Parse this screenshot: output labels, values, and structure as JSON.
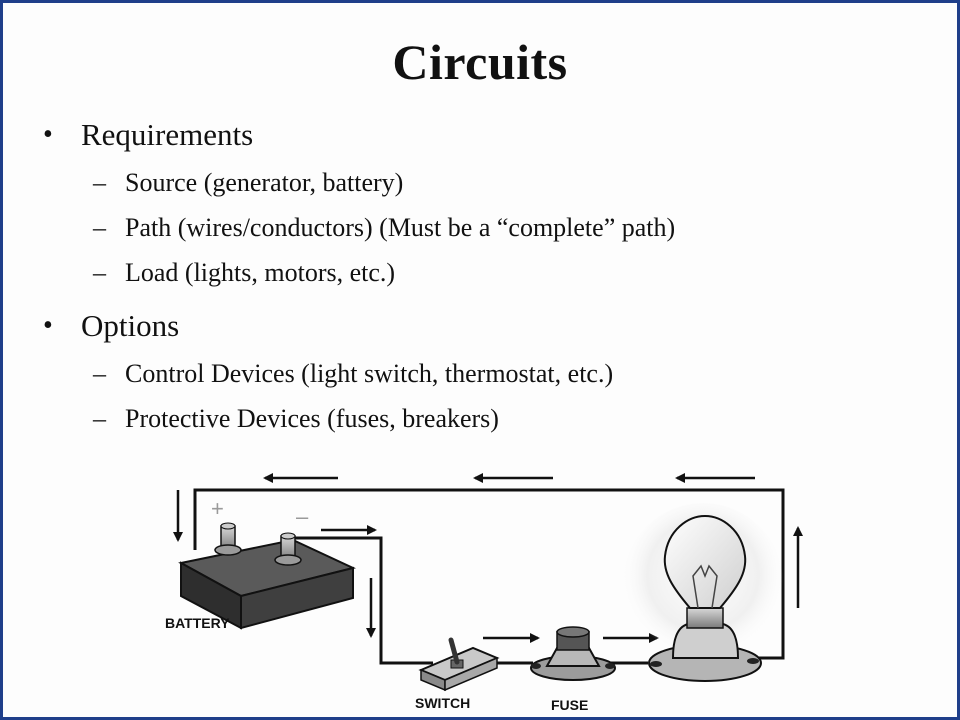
{
  "slide": {
    "title": "Circuits",
    "sections": [
      {
        "bullet": "•",
        "heading": "Requirements",
        "items": [
          "Source (generator, battery)",
          "Path (wires/conductors) (Must be a “complete” path)",
          "Load (lights, motors, etc.)"
        ]
      },
      {
        "bullet": "•",
        "heading": "Options",
        "items": [
          "Control Devices (light switch, thermostat, etc.)",
          "Protective Devices (fuses, breakers)"
        ]
      }
    ],
    "dash": "–"
  },
  "diagram": {
    "battery_label": "BATTERY",
    "switch_label": "SWITCH",
    "fuse_label": "FUSE",
    "plus_sign": "+",
    "minus_sign": "–"
  }
}
